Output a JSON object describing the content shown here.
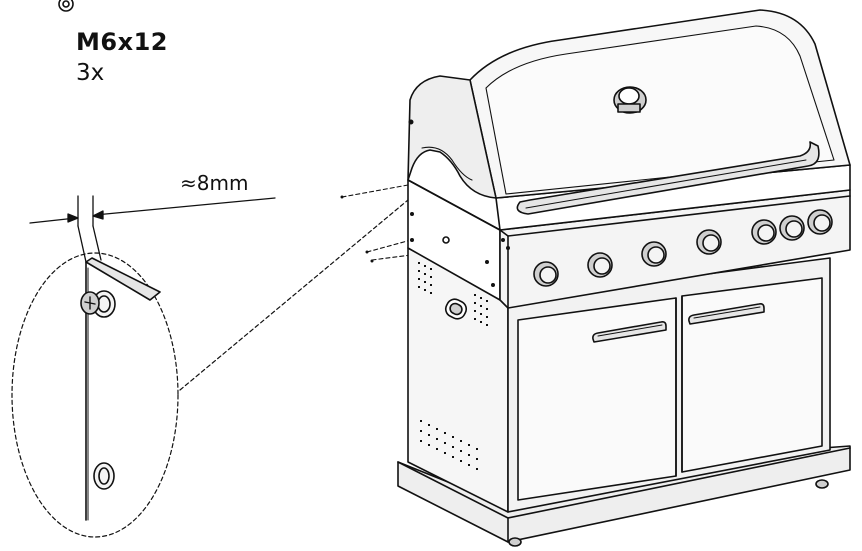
{
  "hardware": {
    "bolt_spec": "M6x12",
    "quantity": "3x",
    "gap_measurement": "≈8mm"
  },
  "colors": {
    "line": "#111111",
    "fill_light": "#f4f4f4",
    "fill_mid": "#e6e6e6",
    "fill_dark": "#cfcfcf"
  },
  "icons": [
    "washer-icon",
    "bolt-icon",
    "knob-icon",
    "handle-icon",
    "thermometer-icon",
    "vent-grille-icon"
  ]
}
